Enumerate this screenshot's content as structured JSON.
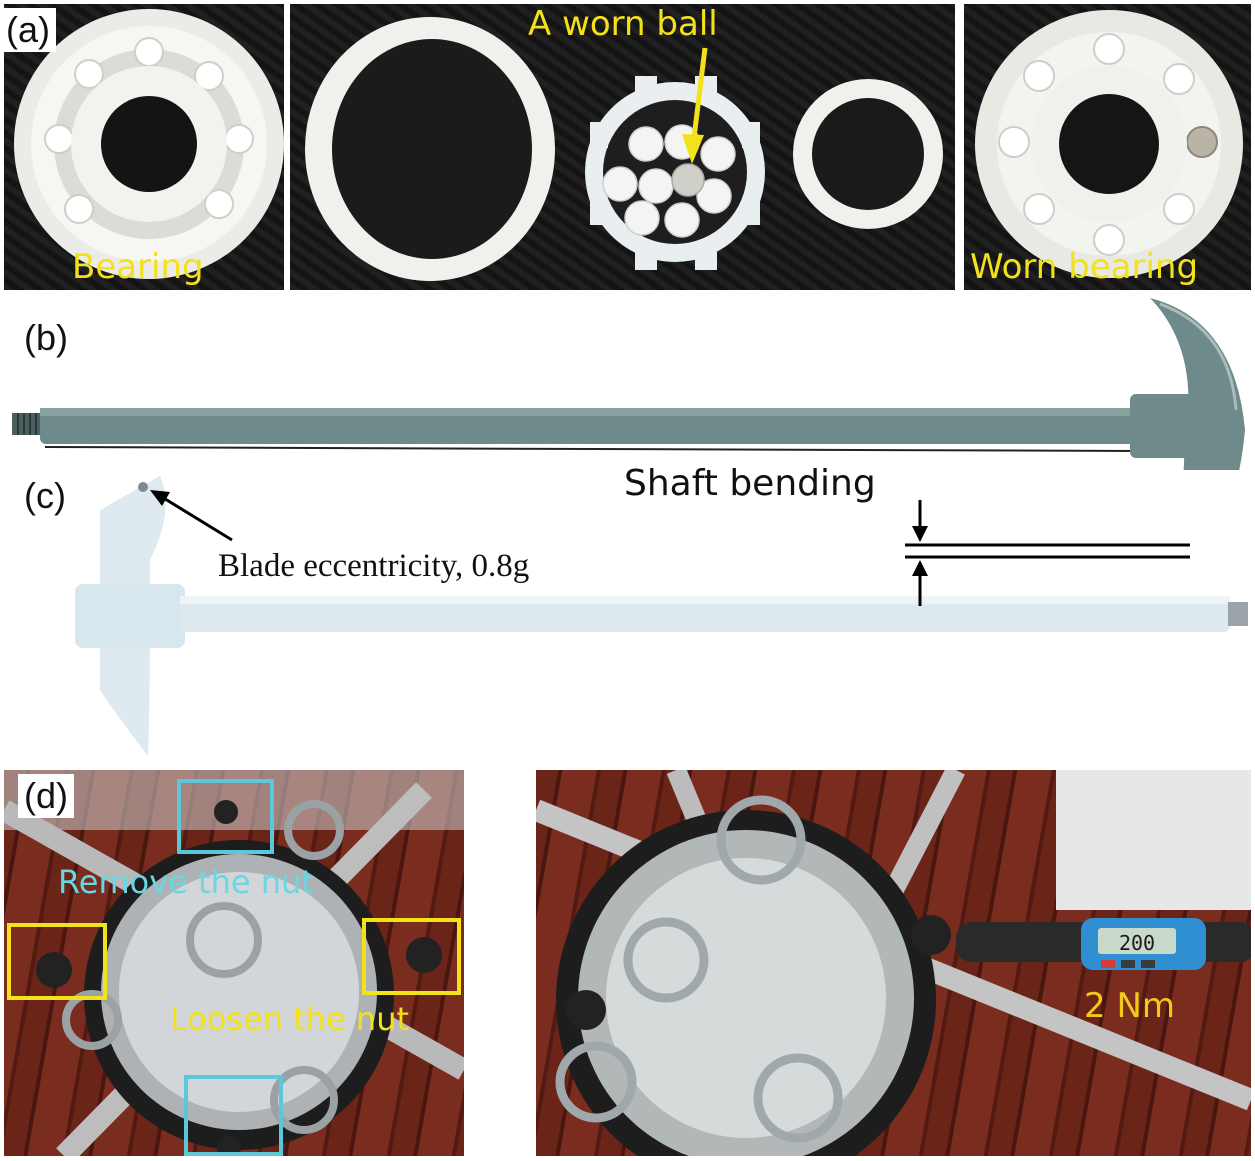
{
  "panels": {
    "a": {
      "tag": "(a)",
      "labels": {
        "bearing": "Bearing",
        "worn_ball": "A worn ball",
        "worn_bearing": "Worn bearing"
      }
    },
    "b": {
      "tag": "(b)"
    },
    "c": {
      "tag": "(c)",
      "labels": {
        "shaft_bending": "Shaft bending",
        "blade_eccentricity": "Blade eccentricity, 0.8g"
      }
    },
    "d": {
      "tag": "(d)",
      "labels": {
        "remove_nut": "Remove the nut",
        "loosen_nut": "Loosen the nut",
        "torque": "2 Nm",
        "display": "200"
      }
    }
  },
  "colors": {
    "label_yellow": "#f3e21a",
    "label_cyan": "#69d7e3",
    "box_cyan": "#5cc7d8",
    "box_yellow": "#f2e21b",
    "shaft_grey": "#6f8a8a",
    "shaft_white": "#dde9ef"
  }
}
